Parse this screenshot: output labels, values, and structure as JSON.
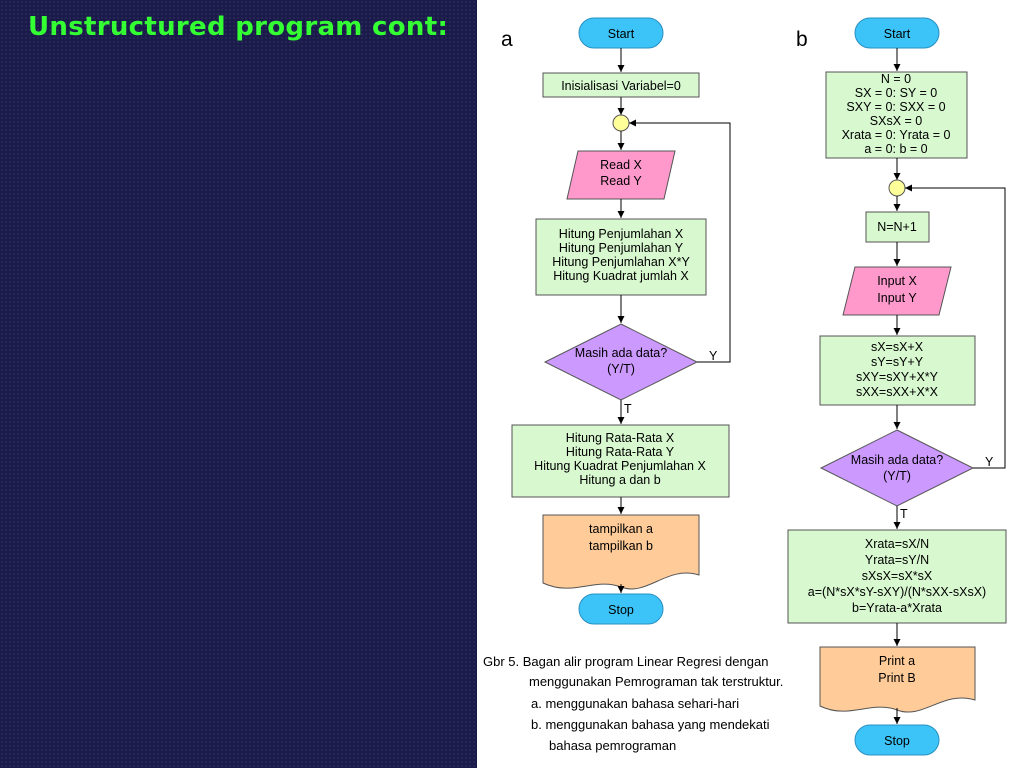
{
  "slide": {
    "title": "Unstructured program cont:"
  },
  "flowchart_a": {
    "label": "a",
    "start": "Start",
    "init": "Inisialisasi Variabel=0",
    "read": [
      "Read X",
      "Read Y"
    ],
    "compute": [
      "Hitung Penjumlahan X",
      "Hitung Penjumlahan Y",
      "Hitung Penjumlahan X*Y",
      "Hitung Kuadrat jumlah X"
    ],
    "decision": [
      "Masih ada data?",
      "(Y/T)"
    ],
    "yes_label": "Y",
    "no_label": "T",
    "results": [
      "Hitung Rata-Rata X",
      "Hitung Rata-Rata Y",
      "Hitung Kuadrat Penjumlahan X",
      "Hitung a dan b"
    ],
    "output": [
      "tampilkan a",
      "tampilkan b"
    ],
    "stop": "Stop"
  },
  "flowchart_b": {
    "label": "b",
    "start": "Start",
    "init": [
      "N = 0",
      "SX = 0: SY = 0",
      "SXY = 0: SXX = 0",
      "SXsX = 0",
      "Xrata = 0: Yrata = 0",
      "a = 0: b = 0"
    ],
    "increment": "N=N+1",
    "input": [
      "Input X",
      "Input Y"
    ],
    "compute": [
      "sX=sX+X",
      "sY=sY+Y",
      "sXY=sXY+X*Y",
      "sXX=sXX+X*X"
    ],
    "decision": [
      "Masih ada data?",
      "(Y/T)"
    ],
    "yes_label": "Y",
    "no_label": "T",
    "results": [
      "Xrata=sX/N",
      "Yrata=sY/N",
      "sXsX=sX*sX",
      "a=(N*sX*sY-sXY)/(N*sXX-sXsX)",
      "b=Yrata-a*Xrata"
    ],
    "output": [
      "Print a",
      "Print B"
    ],
    "stop": "Stop"
  },
  "caption": {
    "title": "Gbr 5. Bagan alir program Linear Regresi dengan",
    "title_cont": "menggunakan Pemrograman tak terstruktur.",
    "item_a": "a.  menggunakan bahasa sehari-hari",
    "item_b": "b.  menggunakan bahasa yang mendekati",
    "item_b_cont": "bahasa pemrograman"
  },
  "colors": {
    "terminal": "#3cc4f8",
    "process": "#d8f8d0",
    "io": "#ff99cc",
    "decision": "#cc99ff",
    "document": "#ffcc99",
    "connector": "#ffff99",
    "title": "#33ff33",
    "background": "#1b1b4b"
  }
}
